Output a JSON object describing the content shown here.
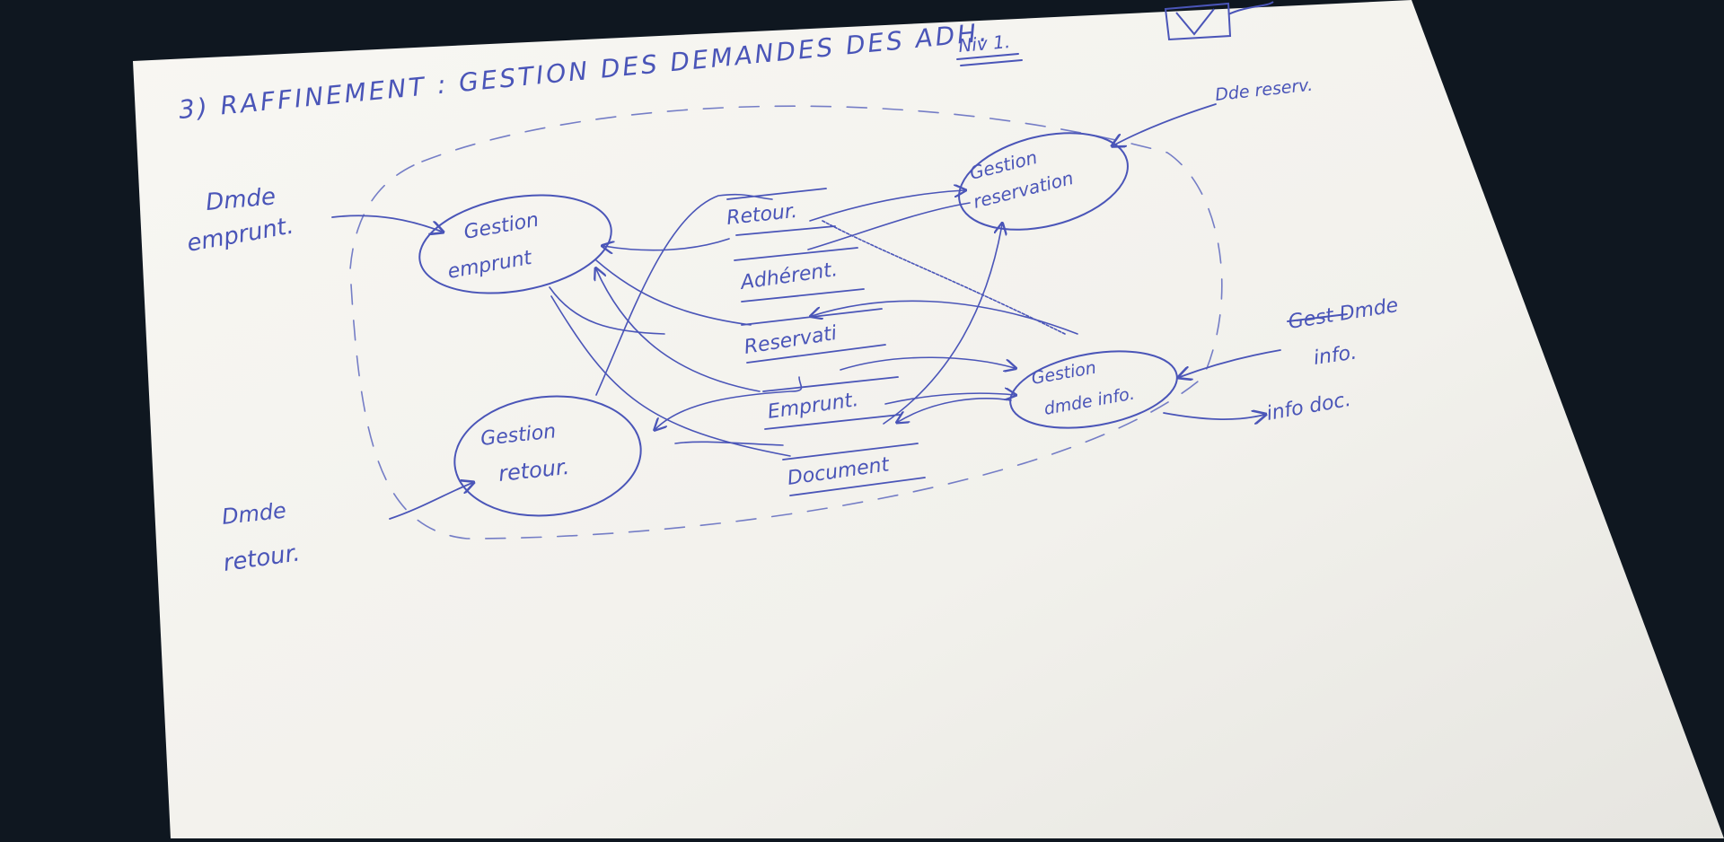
{
  "header": {
    "title": "3) RAFFINEMENT : GESTION DES DEMANDES DES ADH.",
    "level": "Niv 1."
  },
  "processes": [
    {
      "id": "emprunt",
      "line1": "Gestion",
      "line2": "emprunt"
    },
    {
      "id": "reservation",
      "line1": "Gestion",
      "line2": "reservation"
    },
    {
      "id": "retour",
      "line1": "Gestion",
      "line2": "retour."
    },
    {
      "id": "info",
      "line1": "Gestion",
      "line2": "dmde info."
    }
  ],
  "data_stores": [
    "Retour.",
    "Adhérent.",
    "Reservati",
    "Emprunt.",
    "Document"
  ],
  "external_flows": {
    "dmde_emprunt": [
      "Dmde",
      "emprunt."
    ],
    "dmde_retour": [
      "Dmde",
      "retour."
    ],
    "dde_reserv": "Dde reserv.",
    "dmde_info": [
      "Gest Dmde",
      "info."
    ],
    "info_doc": "info doc."
  },
  "colors": {
    "ink": "#4a55b8",
    "paper": "#f6f5f1",
    "background": "#0f1720"
  }
}
